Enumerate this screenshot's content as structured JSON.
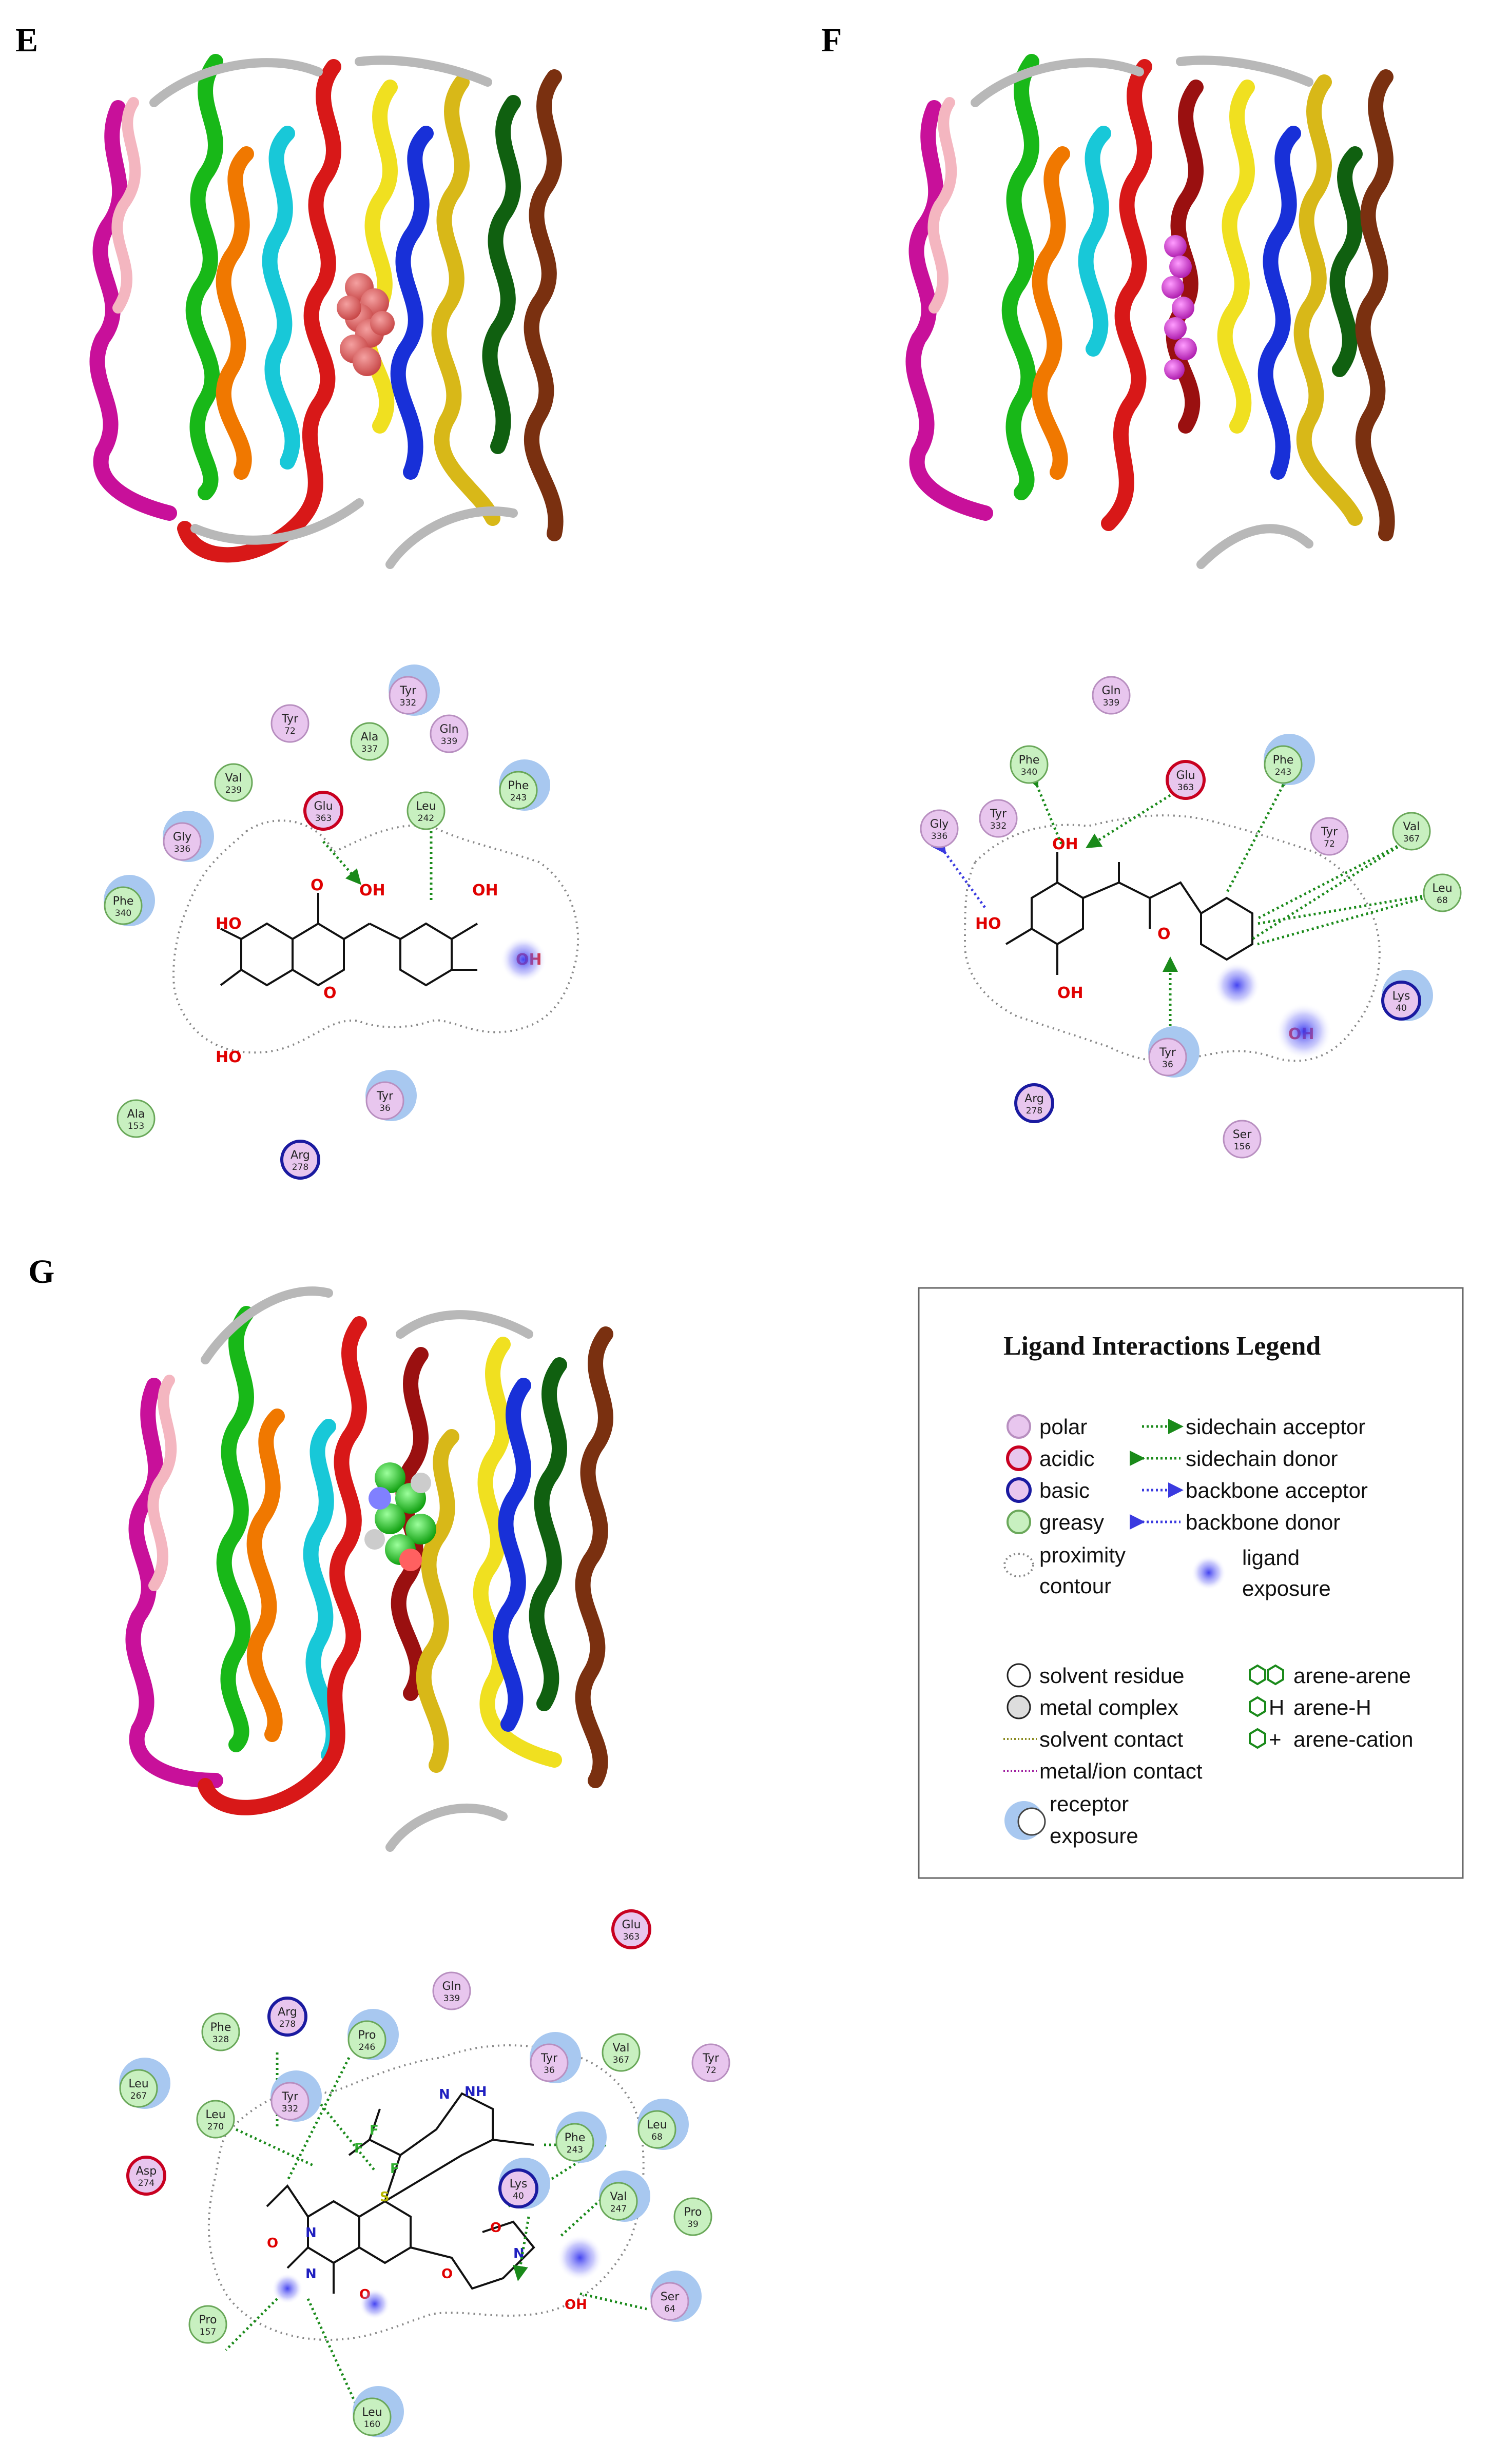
{
  "panels": {
    "E": {
      "letter": "E"
    },
    "F": {
      "letter": "F"
    },
    "G": {
      "letter": "G"
    }
  },
  "residues_E": [
    {
      "id": "e1",
      "name": "Tyr",
      "num": "332",
      "type": "polar",
      "exposed": true
    },
    {
      "id": "e2",
      "name": "Tyr",
      "num": "72",
      "type": "polar",
      "exposed": false
    },
    {
      "id": "e3",
      "name": "Ala",
      "num": "337",
      "type": "greasy",
      "exposed": false
    },
    {
      "id": "e4",
      "name": "Gln",
      "num": "339",
      "type": "polar",
      "exposed": false
    },
    {
      "id": "e5",
      "name": "Val",
      "num": "239",
      "type": "greasy",
      "exposed": false
    },
    {
      "id": "e6",
      "name": "Glu",
      "num": "363",
      "type": "acidic",
      "exposed": false
    },
    {
      "id": "e7",
      "name": "Leu",
      "num": "242",
      "type": "greasy",
      "exposed": false
    },
    {
      "id": "e8",
      "name": "Phe",
      "num": "243",
      "type": "greasy",
      "exposed": true
    },
    {
      "id": "e9",
      "name": "Gly",
      "num": "336",
      "type": "polar",
      "exposed": true
    },
    {
      "id": "e10",
      "name": "Phe",
      "num": "340",
      "type": "greasy",
      "exposed": true
    },
    {
      "id": "e11",
      "name": "Tyr",
      "num": "36",
      "type": "polar",
      "exposed": true
    },
    {
      "id": "e12",
      "name": "Ala",
      "num": "153",
      "type": "greasy",
      "exposed": false
    },
    {
      "id": "e13",
      "name": "Arg",
      "num": "278",
      "type": "basic",
      "exposed": false
    }
  ],
  "residues_F": [
    {
      "id": "f1",
      "name": "Gln",
      "num": "339",
      "type": "polar",
      "exposed": false
    },
    {
      "id": "f2",
      "name": "Phe",
      "num": "340",
      "type": "greasy",
      "exposed": false
    },
    {
      "id": "f3",
      "name": "Glu",
      "num": "363",
      "type": "acidic",
      "exposed": false
    },
    {
      "id": "f4",
      "name": "Phe",
      "num": "243",
      "type": "greasy",
      "exposed": true
    },
    {
      "id": "f5",
      "name": "Tyr",
      "num": "332",
      "type": "polar",
      "exposed": false
    },
    {
      "id": "f6",
      "name": "Gly",
      "num": "336",
      "type": "polar",
      "exposed": false
    },
    {
      "id": "f7",
      "name": "Tyr",
      "num": "72",
      "type": "polar",
      "exposed": false
    },
    {
      "id": "f8",
      "name": "Val",
      "num": "367",
      "type": "greasy",
      "exposed": false
    },
    {
      "id": "f9",
      "name": "Leu",
      "num": "68",
      "type": "greasy",
      "exposed": false
    },
    {
      "id": "f10",
      "name": "Lys",
      "num": "40",
      "type": "basic",
      "exposed": true
    },
    {
      "id": "f11",
      "name": "Tyr",
      "num": "36",
      "type": "polar",
      "exposed": true
    },
    {
      "id": "f12",
      "name": "Arg",
      "num": "278",
      "type": "basic",
      "exposed": false
    },
    {
      "id": "f13",
      "name": "Ser",
      "num": "156",
      "type": "polar",
      "exposed": false
    }
  ],
  "residues_G": [
    {
      "id": "g1",
      "name": "Glu",
      "num": "363",
      "type": "acidic",
      "exposed": false
    },
    {
      "id": "g2",
      "name": "Gln",
      "num": "339",
      "type": "polar",
      "exposed": false
    },
    {
      "id": "g3",
      "name": "Arg",
      "num": "278",
      "type": "basic",
      "exposed": false
    },
    {
      "id": "g4",
      "name": "Phe",
      "num": "328",
      "type": "greasy",
      "exposed": false
    },
    {
      "id": "g5",
      "name": "Pro",
      "num": "246",
      "type": "greasy",
      "exposed": true
    },
    {
      "id": "g6",
      "name": "Tyr",
      "num": "36",
      "type": "polar",
      "exposed": true
    },
    {
      "id": "g7",
      "name": "Val",
      "num": "367",
      "type": "greasy",
      "exposed": false
    },
    {
      "id": "g8",
      "name": "Tyr",
      "num": "72",
      "type": "polar",
      "exposed": false
    },
    {
      "id": "g9",
      "name": "Leu",
      "num": "267",
      "type": "greasy",
      "exposed": true
    },
    {
      "id": "g10",
      "name": "Leu",
      "num": "270",
      "type": "greasy",
      "exposed": false
    },
    {
      "id": "g11",
      "name": "Tyr",
      "num": "332",
      "type": "polar",
      "exposed": true
    },
    {
      "id": "g12",
      "name": "Phe",
      "num": "243",
      "type": "greasy",
      "exposed": true
    },
    {
      "id": "g13",
      "name": "Leu",
      "num": "68",
      "type": "greasy",
      "exposed": true
    },
    {
      "id": "g14",
      "name": "Asp",
      "num": "274",
      "type": "acidic",
      "exposed": false
    },
    {
      "id": "g15",
      "name": "Lys",
      "num": "40",
      "type": "basic",
      "exposed": true
    },
    {
      "id": "g16",
      "name": "Val",
      "num": "247",
      "type": "greasy",
      "exposed": true
    },
    {
      "id": "g17",
      "name": "Pro",
      "num": "39",
      "type": "greasy",
      "exposed": false
    },
    {
      "id": "g18",
      "name": "Pro",
      "num": "157",
      "type": "greasy",
      "exposed": false
    },
    {
      "id": "g19",
      "name": "Ser",
      "num": "64",
      "type": "polar",
      "exposed": true
    },
    {
      "id": "g20",
      "name": "Leu",
      "num": "160",
      "type": "greasy",
      "exposed": true
    }
  ],
  "atoms": {
    "E": [
      "O",
      "OH",
      "HO",
      "OH",
      "O",
      "OH",
      "HO"
    ],
    "F": [
      "OH",
      "HO",
      "O",
      "OH",
      "OH"
    ],
    "G": [
      "NH",
      "N",
      "F",
      "F",
      "F",
      "S",
      "N",
      "O",
      "N",
      "O",
      "O",
      "OH",
      "O",
      "N"
    ]
  },
  "legend": {
    "title": "Ligand Interactions Legend",
    "items": {
      "polar": "polar",
      "acidic": "acidic",
      "basic": "basic",
      "greasy": "greasy",
      "proximity_contour": [
        "proximity",
        "contour"
      ],
      "sidechain_acceptor": "sidechain acceptor",
      "sidechain_donor": "sidechain donor",
      "backbone_acceptor": "backbone acceptor",
      "backbone_donor": "backbone donor",
      "ligand_exposure": [
        "ligand",
        "exposure"
      ],
      "solvent_residue": "solvent residue",
      "metal_complex": "metal complex",
      "solvent_contact": "solvent contact",
      "metal_ion_contact": "metal/ion contact",
      "receptor_exposure": [
        "receptor",
        "exposure"
      ],
      "arene_arene": "arene-arene",
      "arene_h": "arene-H",
      "arene_cation": "arene-cation",
      "arene_h_glyph": "H",
      "arene_cation_glyph": "+"
    }
  },
  "colors": {
    "polar_fill": "#e8c6ee",
    "polar_stroke": "#b88fc0",
    "acidic_stroke": "#c80020",
    "basic_stroke": "#1a1aa0",
    "greasy_fill": "#c8f0c0",
    "greasy_stroke": "#6aa85a",
    "exposure": "#a8c8f0",
    "hbond": "#1a8a1a",
    "backbone": "#3a3ae0",
    "ligand_exposure": "#5a5af0",
    "oxygen": "#e00000",
    "nitrogen": "#2020c0",
    "sulfur": "#b8b800",
    "fluorine": "#30b030"
  }
}
